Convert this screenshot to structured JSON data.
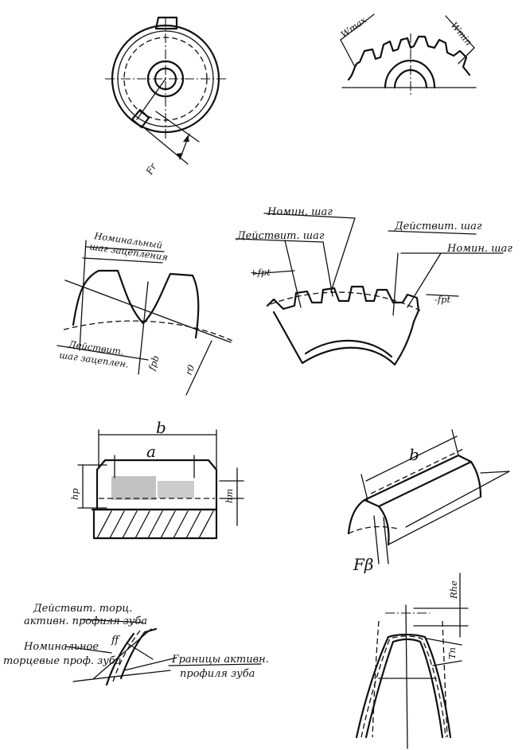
{
  "figures": {
    "fig_runout": {
      "label": "Fr"
    },
    "fig_wspan": {
      "label_max": "Wmax",
      "label_min": "Wmin"
    },
    "fig_base_pitch": {
      "label_nominal": "Номинальный шаг зацепления",
      "label_actual": "Действит. шаг зацеплен.",
      "label_fpb": "fpb",
      "label_r": "r0"
    },
    "fig_pitch": {
      "label_nominal_left": "Номин. шаг",
      "label_actual_left": "Действит. шаг",
      "label_fpt_left": "+fpt",
      "label_actual_right": "Действит. шаг",
      "label_nominal_right": "Номин. шаг",
      "label_fpt_right": "-fpt"
    },
    "fig_contact": {
      "label_b": "b",
      "label_a": "a",
      "label_hp": "hp",
      "label_hm": "hm"
    },
    "fig_tooth": {
      "label_b": "b",
      "label_F": "Fβ"
    },
    "fig_profile": {
      "label_actual": "Действит. торц. активн. профиля зуба",
      "label_f": "ff",
      "label_nominal": "Номинальное торцевые проф. зуба",
      "label_boundary": "Границы активн. профиля зуба"
    },
    "fig_thickness": {
      "label_top": "Rhe",
      "label_side": "Tn"
    }
  }
}
